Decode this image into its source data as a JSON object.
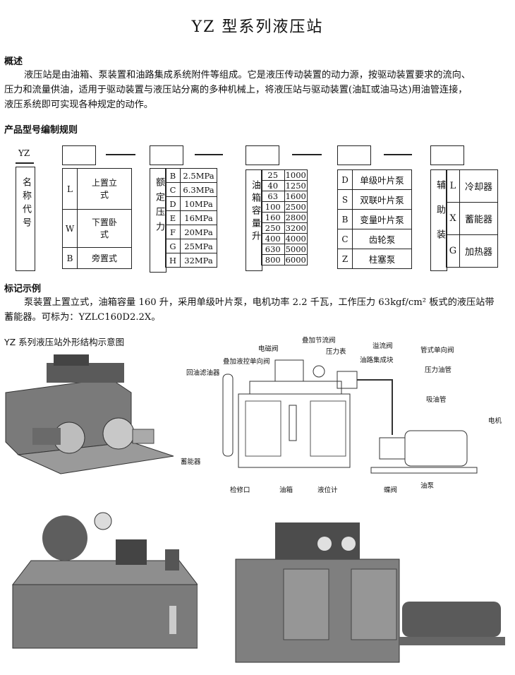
{
  "title": "YZ 型系列液压站",
  "overview": {
    "heading": "概述",
    "lines": [
      "液压站是由油箱、泵装置和油路集成系统附件等组成。它是液压传动装置的动力源，按驱动装置要求的流向、",
      "压力和流量供油，适用于驱动装置与液压站分离的多种机械上，将液压站与驱动装置(油缸或油马达)用油管连接，",
      "液压系统即可实现各种规定的动作。"
    ]
  },
  "rules": {
    "heading": "产品型号编制规则",
    "prefix": "YZ",
    "name_label": "名称代号",
    "mounting": {
      "rows": [
        {
          "code": "L",
          "text": "上置立式"
        },
        {
          "code": "W",
          "text": "下置卧式"
        },
        {
          "code": "B",
          "text": "旁置式"
        }
      ]
    },
    "pressure": {
      "label": "额定压力",
      "rows": [
        {
          "code": "B",
          "value": "2.5MPa"
        },
        {
          "code": "C",
          "value": "6.3MPa"
        },
        {
          "code": "D",
          "value": "10MPa"
        },
        {
          "code": "E",
          "value": "16MPa"
        },
        {
          "code": "F",
          "value": "20MPa"
        },
        {
          "code": "G",
          "value": "25MPa"
        },
        {
          "code": "H",
          "value": "32MPa"
        }
      ]
    },
    "tank": {
      "label": "油箱容量升",
      "rows": [
        [
          "25",
          "1000"
        ],
        [
          "40",
          "1250"
        ],
        [
          "63",
          "1600"
        ],
        [
          "100",
          "2500"
        ],
        [
          "160",
          "2800"
        ],
        [
          "250",
          "3200"
        ],
        [
          "400",
          "4000"
        ],
        [
          "630",
          "5000"
        ],
        [
          "800",
          "6000"
        ]
      ]
    },
    "pump": {
      "rows": [
        {
          "code": "D",
          "text": "单级叶片泵"
        },
        {
          "code": "S",
          "text": "双联叶片泵"
        },
        {
          "code": "B",
          "text": "变量叶片泵"
        },
        {
          "code": "C",
          "text": "齿轮泵"
        },
        {
          "code": "Z",
          "text": "柱塞泵"
        }
      ]
    },
    "aux": {
      "label": "辅助装",
      "rows": [
        {
          "code": "L",
          "text": "冷却器"
        },
        {
          "code": "X",
          "text": "蓄能器"
        },
        {
          "code": "G",
          "text": "加热器"
        }
      ]
    }
  },
  "example": {
    "heading": "标记示例",
    "line1": "泵装置上置立式，油箱容量 160 升，采用单级叶片泵，电机功率 2.2 千瓦，工作压力 63kgf/cm² 板式的液压站带",
    "line2": "蓄能器。可标为：YZLC160D2.2X。"
  },
  "diagram": {
    "heading": "YZ 系列液压站外形结构示意图",
    "labels": {
      "solenoid": "电磁阀",
      "throttle": "叠加节流阀",
      "gauge": "压力表",
      "relief": "溢流阀",
      "pilot_check": "叠加液控单向阀",
      "manifold": "油路集成块",
      "pipe_check": "管式单向阀",
      "return_filter": "回油滤油器",
      "pressure_pipe": "压力油管",
      "suction_pipe": "吸油管",
      "motor": "电机",
      "accumulator": "蓄能器",
      "inspection": "检修口",
      "tank": "油箱",
      "level": "液位计",
      "butterfly": "蝶阀",
      "pump": "油泵"
    }
  }
}
